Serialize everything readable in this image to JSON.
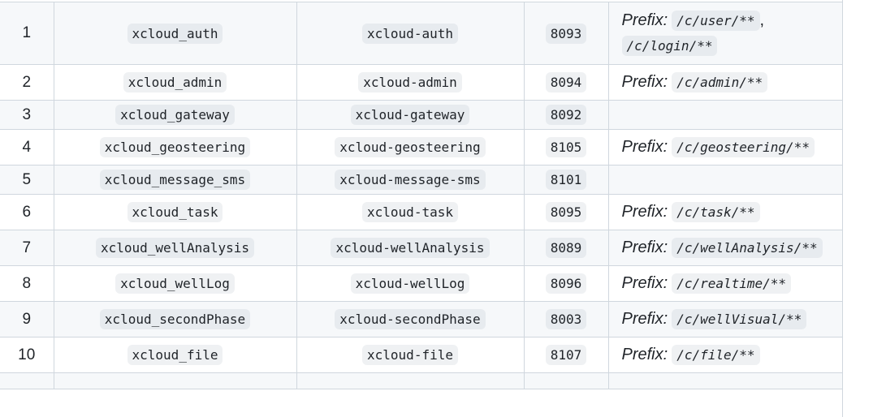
{
  "rows": [
    {
      "index": "1",
      "service": "xcloud_auth",
      "name": "xcloud-auth",
      "port": "8093",
      "prefix_label": "Prefix:",
      "routes": [
        "/c/user/**",
        "/c/login/**"
      ],
      "separator": ","
    },
    {
      "index": "2",
      "service": "xcloud_admin",
      "name": "xcloud-admin",
      "port": "8094",
      "prefix_label": "Prefix:",
      "routes": [
        "/c/admin/**"
      ]
    },
    {
      "index": "3",
      "service": "xcloud_gateway",
      "name": "xcloud-gateway",
      "port": "8092",
      "prefix_label": "",
      "routes": []
    },
    {
      "index": "4",
      "service": "xcloud_geosteering",
      "name": "xcloud-geosteering",
      "port": "8105",
      "prefix_label": "Prefix:",
      "routes": [
        "/c/geosteering/**"
      ]
    },
    {
      "index": "5",
      "service": "xcloud_message_sms",
      "name": "xcloud-message-sms",
      "port": "8101",
      "prefix_label": "",
      "routes": []
    },
    {
      "index": "6",
      "service": "xcloud_task",
      "name": "xcloud-task",
      "port": "8095",
      "prefix_label": "Prefix:",
      "routes": [
        "/c/task/**"
      ]
    },
    {
      "index": "7",
      "service": "xcloud_wellAnalysis",
      "name": "xcloud-wellAnalysis",
      "port": "8089",
      "prefix_label": "Prefix:",
      "routes": [
        "/c/wellAnalysis/**"
      ]
    },
    {
      "index": "8",
      "service": "xcloud_wellLog",
      "name": "xcloud-wellLog",
      "port": "8096",
      "prefix_label": "Prefix:",
      "routes": [
        "/c/realtime/**"
      ]
    },
    {
      "index": "9",
      "service": "xcloud_secondPhase",
      "name": "xcloud-secondPhase",
      "port": "8003",
      "prefix_label": "Prefix:",
      "routes": [
        "/c/wellVisual/**"
      ]
    },
    {
      "index": "10",
      "service": "xcloud_file",
      "name": "xcloud-file",
      "port": "8107",
      "prefix_label": "Prefix:",
      "routes": [
        "/c/file/**"
      ]
    }
  ]
}
